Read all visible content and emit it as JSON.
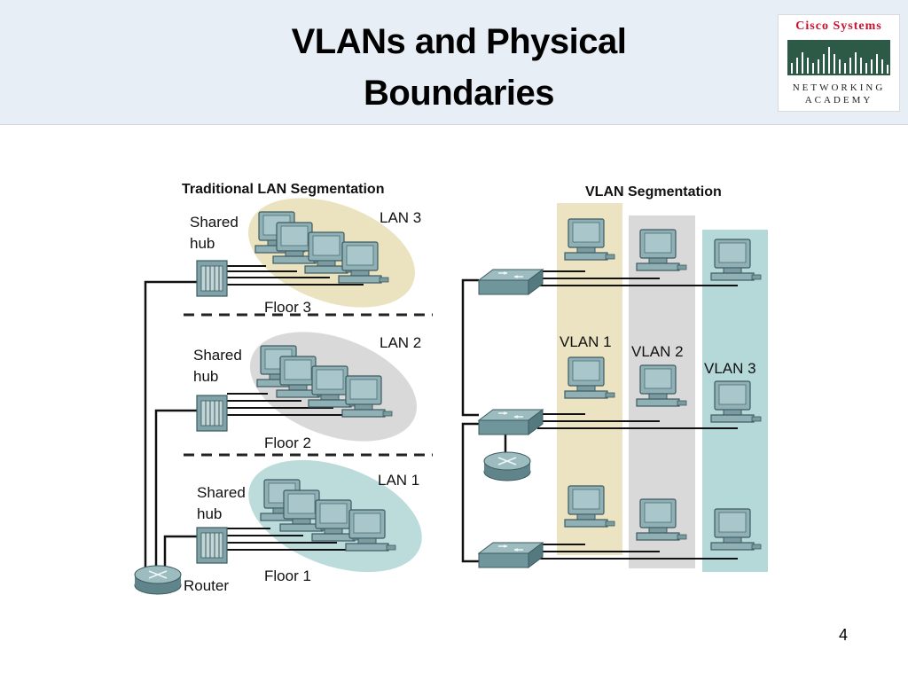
{
  "slide": {
    "title_line1": "VLANs and Physical",
    "title_line2": "Boundaries",
    "page_number": "4"
  },
  "logo": {
    "top_text": "Cisco Systems",
    "bottom_line1": "Networking",
    "bottom_line2": "Academy"
  },
  "left": {
    "heading": "Traditional LAN Segmentation",
    "floors": [
      {
        "hub_label_line1": "Shared",
        "hub_label_line2": "hub",
        "lan": "LAN 3",
        "floor": "Floor 3",
        "color": "#ebe3bf"
      },
      {
        "hub_label_line1": "Shared",
        "hub_label_line2": "hub",
        "lan": "LAN 2",
        "floor": "Floor 2",
        "color": "#d9d9d9"
      },
      {
        "hub_label_line1": "Shared",
        "hub_label_line2": "hub",
        "lan": "LAN 1",
        "floor": "Floor 1",
        "color": "#bcdcdc"
      }
    ],
    "router_label": "Router"
  },
  "right": {
    "heading": "VLAN Segmentation",
    "vlans": [
      {
        "label": "VLAN 1",
        "color": "#ebe3c2"
      },
      {
        "label": "VLAN 2",
        "color": "#d9d9d9"
      },
      {
        "label": "VLAN 3",
        "color": "#b5d8d8"
      }
    ]
  }
}
